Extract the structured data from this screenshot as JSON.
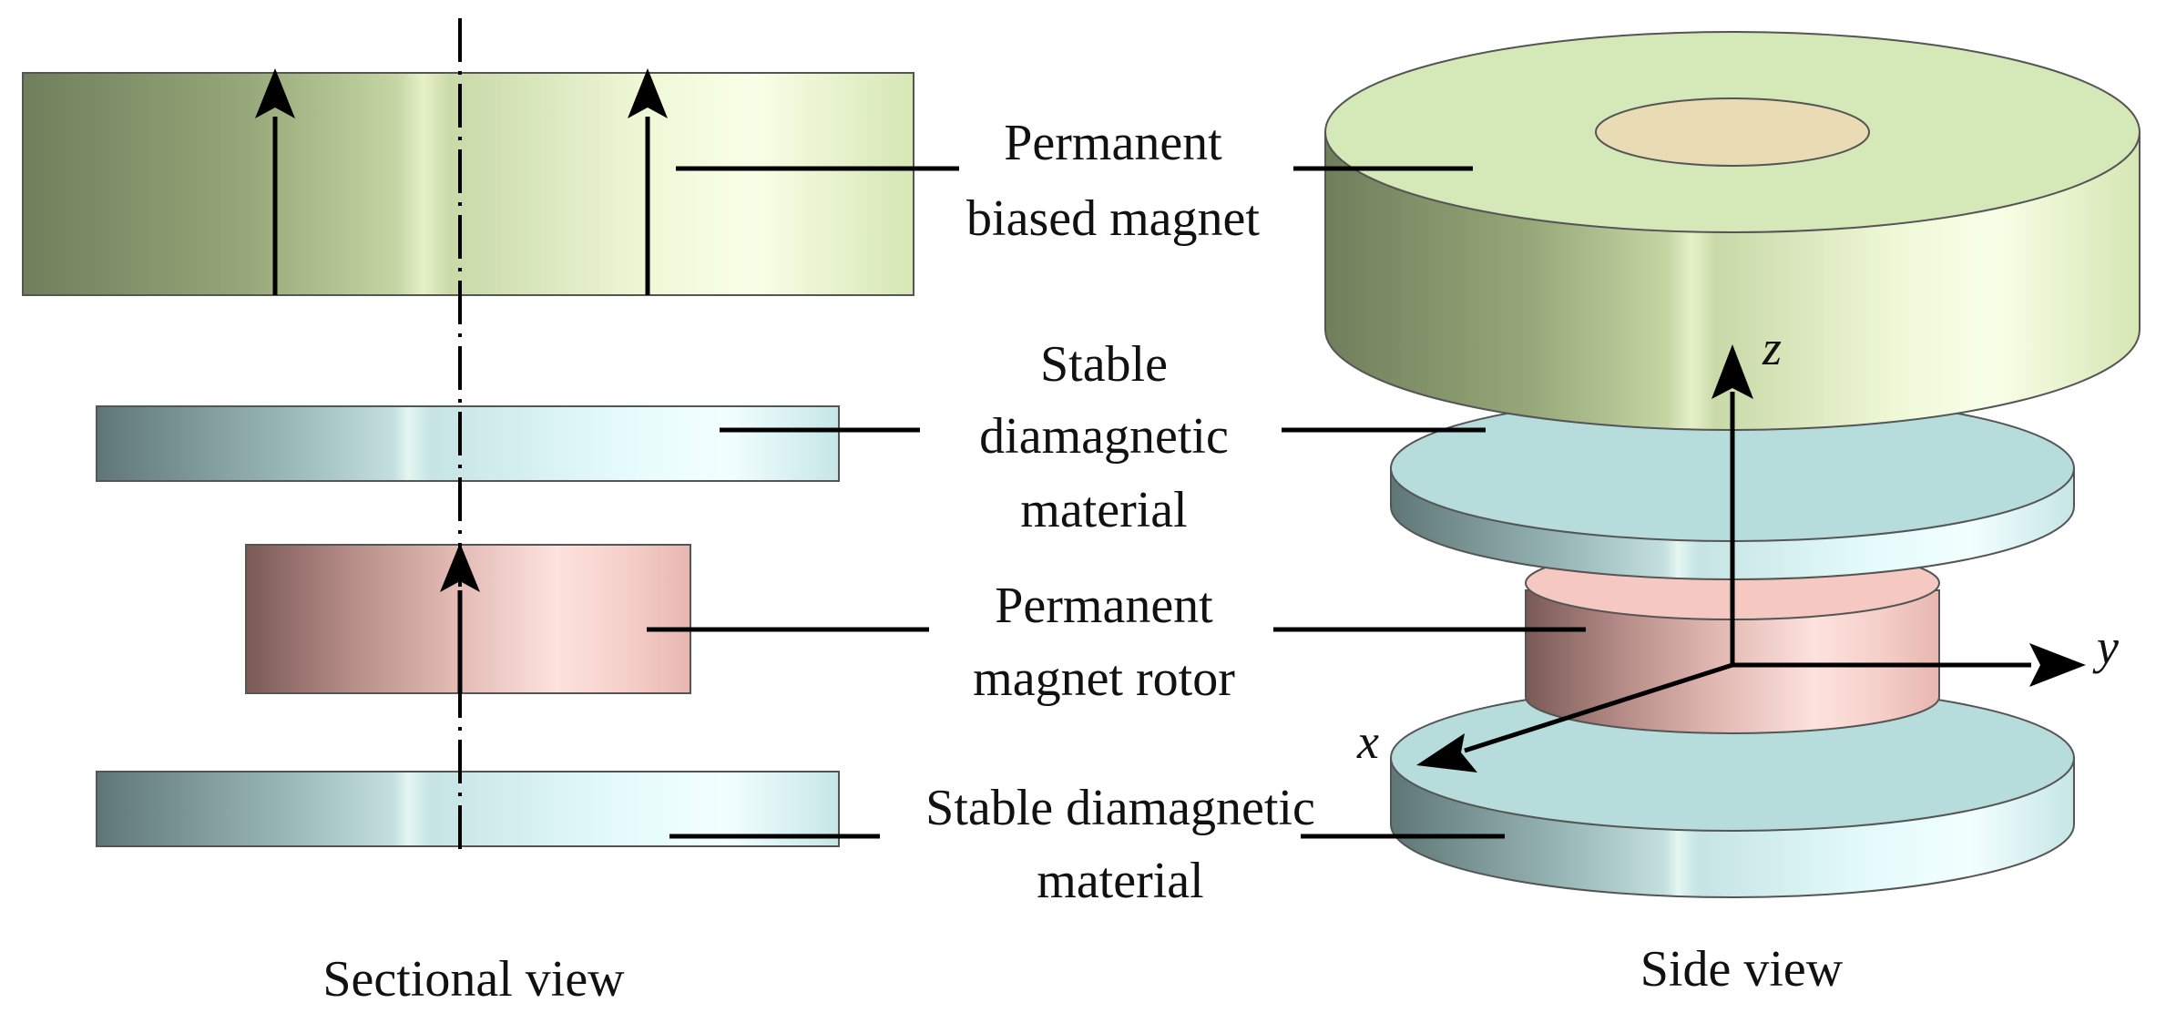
{
  "labels": {
    "permanent_biased_magnet_line1": "Permanent",
    "permanent_biased_magnet_line2": "biased magnet",
    "stable_diamagnetic_1_line1": "Stable",
    "stable_diamagnetic_1_line2": "diamagnetic",
    "stable_diamagnetic_1_line3": "material",
    "permanent_magnet_rotor_line1": "Permanent",
    "permanent_magnet_rotor_line2": "magnet rotor",
    "stable_diamagnetic_2_line1": "Stable diamagnetic",
    "stable_diamagnetic_2_line2": "material"
  },
  "captions": {
    "sectional_view": "Sectional view",
    "side_view": "Side view"
  },
  "axes": {
    "z": "z",
    "y": "y",
    "x": "x"
  },
  "colors": {
    "biased_magnet": "#d8e8b8",
    "diamagnetic": "#c8ecec",
    "rotor": "#f2c6c0",
    "bore": "#e9dcb4"
  }
}
